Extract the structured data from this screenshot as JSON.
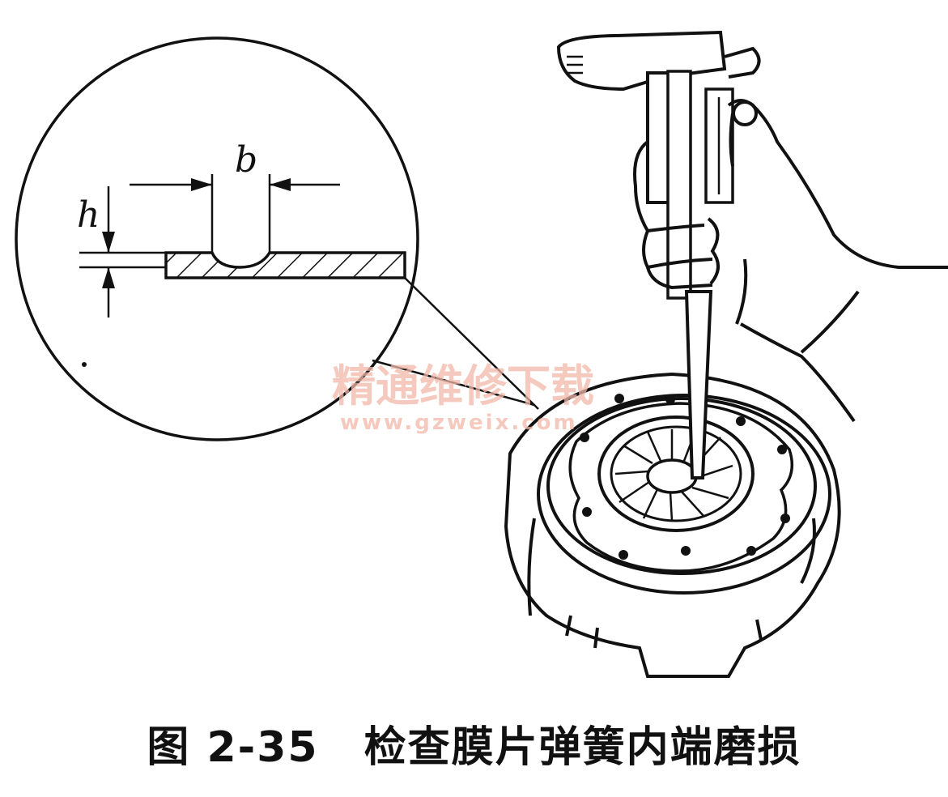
{
  "figure": {
    "number": "图 2-35",
    "title": "检查膜片弹簧内端磨损",
    "labels": {
      "b": "b",
      "h": "h"
    }
  },
  "watermark": {
    "chinese": "精通维修下载",
    "url": "www.gzweix.com"
  },
  "colors": {
    "ink": "#111111",
    "watermark": "#f2b8a8",
    "background": "#ffffff"
  }
}
